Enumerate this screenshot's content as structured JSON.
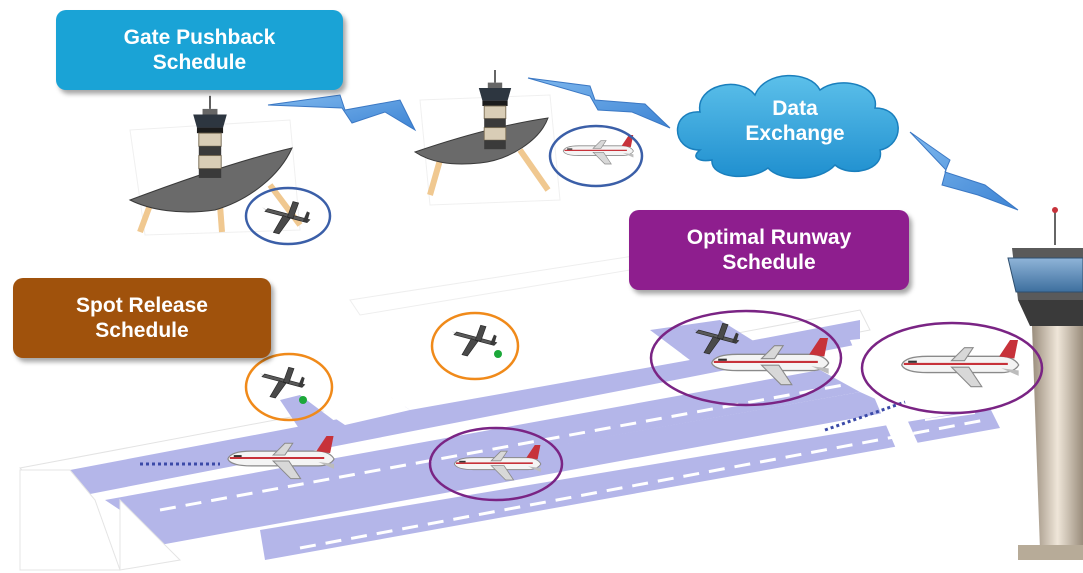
{
  "labels": {
    "gate_pushback": "Gate Pushback\nSchedule",
    "spot_release": "Spot Release\nSchedule",
    "optimal_runway": "Optimal Runway\nSchedule",
    "data_exchange": "Data\nExchange"
  },
  "colors": {
    "gate_pushback": "#1aa3d6",
    "spot_release": "#a0520c",
    "optimal_runway": "#8e1e8e",
    "cloud": "#34a7dc",
    "lightning": "#5f9fe0",
    "taxiway": "#b4b6e9",
    "ring_blue": "#3b5fa8",
    "ring_orange": "#f08a1a",
    "ring_purple": "#7a2484"
  }
}
